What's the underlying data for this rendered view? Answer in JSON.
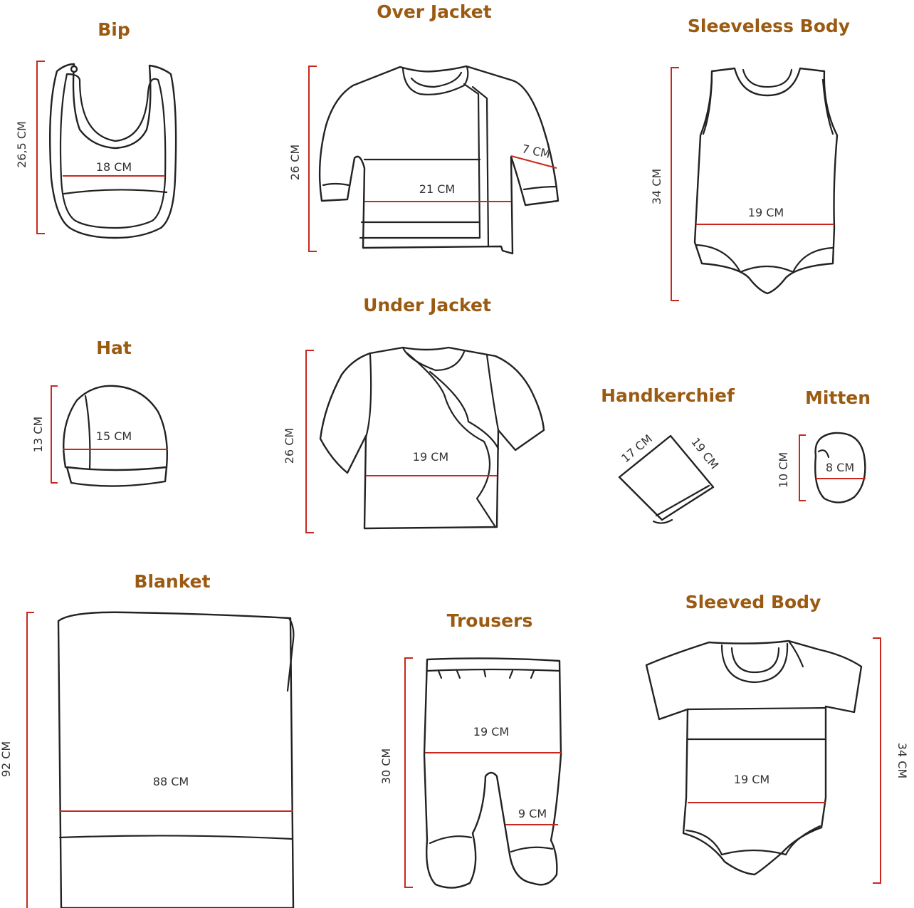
{
  "colors": {
    "title": "#9b5a12",
    "measure": "#c8281e",
    "outline": "#222222"
  },
  "items": {
    "bip": {
      "title": "Bip",
      "height": "26,5 CM",
      "width": "18 CM"
    },
    "over_jacket": {
      "title": "Over Jacket",
      "height": "26 CM",
      "width": "21 CM",
      "sleeve": "7 CM"
    },
    "sleeveless_body": {
      "title": "Sleeveless Body",
      "height": "34 CM",
      "width": "19 CM"
    },
    "hat": {
      "title": "Hat",
      "height": "13 CM",
      "width": "15 CM"
    },
    "under_jacket": {
      "title": "Under Jacket",
      "height": "26 CM",
      "width": "19 CM"
    },
    "handkerchief": {
      "title": "Handkerchief",
      "side_a": "17 CM",
      "side_b": "19 CM"
    },
    "mitten": {
      "title": "Mitten",
      "height": "10 CM",
      "width": "8 CM"
    },
    "blanket": {
      "title": "Blanket",
      "height": "92 CM",
      "width": "88 CM"
    },
    "trousers": {
      "title": "Trousers",
      "height": "30 CM",
      "width": "19 CM",
      "ankle": "9 CM"
    },
    "sleeved_body": {
      "title": "Sleeved Body",
      "height": "34 CM",
      "width": "19 CM"
    }
  }
}
